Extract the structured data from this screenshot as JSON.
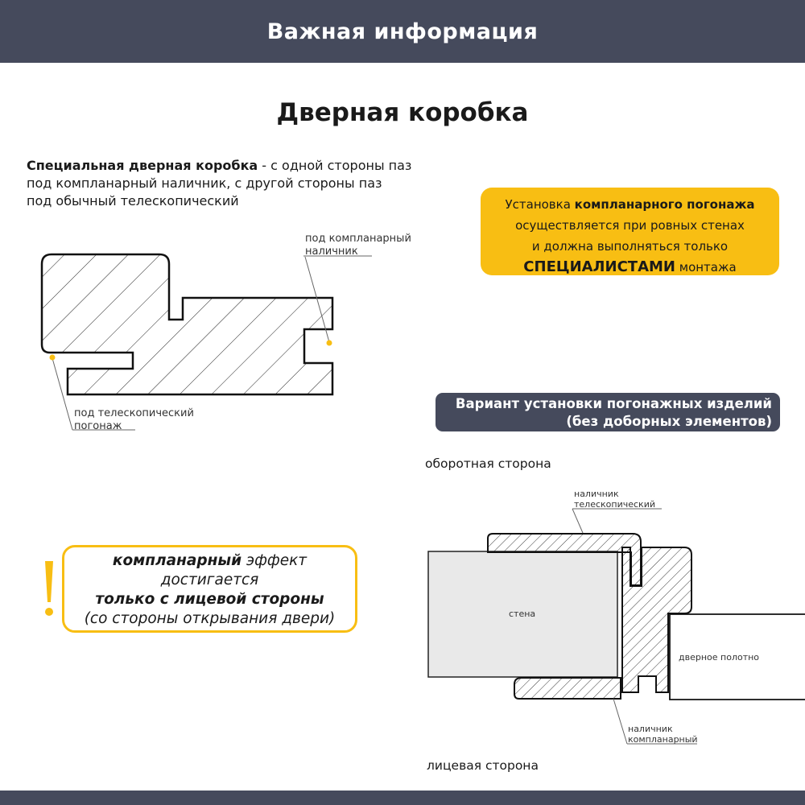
{
  "header": {
    "title": "Важная информация"
  },
  "page_title": "Дверная коробка",
  "intro": {
    "bold": "Специальная дверная коробка",
    "line1_rest": " - с одной стороны паз",
    "line2": "под компланарный наличник, с другой стороны паз",
    "line3": "под обычный телескопический"
  },
  "yellow_note": {
    "line1_pre": "Установка ",
    "line1_bold": "компланарного погонажа",
    "line2": "осуществляется при ровных стенах",
    "line3": "и должна выполняться только",
    "line4_bold": "СПЕЦИАЛИСТАМИ",
    "line4_rest": " монтажа"
  },
  "profile_labels": {
    "coplanar_line1": "под компланарный",
    "coplanar_line2": "наличник",
    "telescopic_line1": "под телескопический",
    "telescopic_line2": "погонаж"
  },
  "variant_box": {
    "line1": "Вариант установки погонажных изделий",
    "line2": "(без доборных элементов)"
  },
  "install_diagram": {
    "back_side": "оборотная сторона",
    "front_side": "лицевая сторона",
    "wall": "стена",
    "door_leaf": "дверное полотно",
    "casing_tel_line1": "наличник",
    "casing_tel_line2": "телескопический",
    "casing_cop_line1": "наличник",
    "casing_cop_line2": "компланарный"
  },
  "callout": {
    "line1_bold": "компланарный",
    "line1_rest": " эффект",
    "line2": "достигается",
    "line3_bold": "только с лицевой стороны",
    "line4": "(со стороны открывания двери)"
  },
  "colors": {
    "header_bg": "#454a5c",
    "accent_yellow": "#f8be13"
  }
}
